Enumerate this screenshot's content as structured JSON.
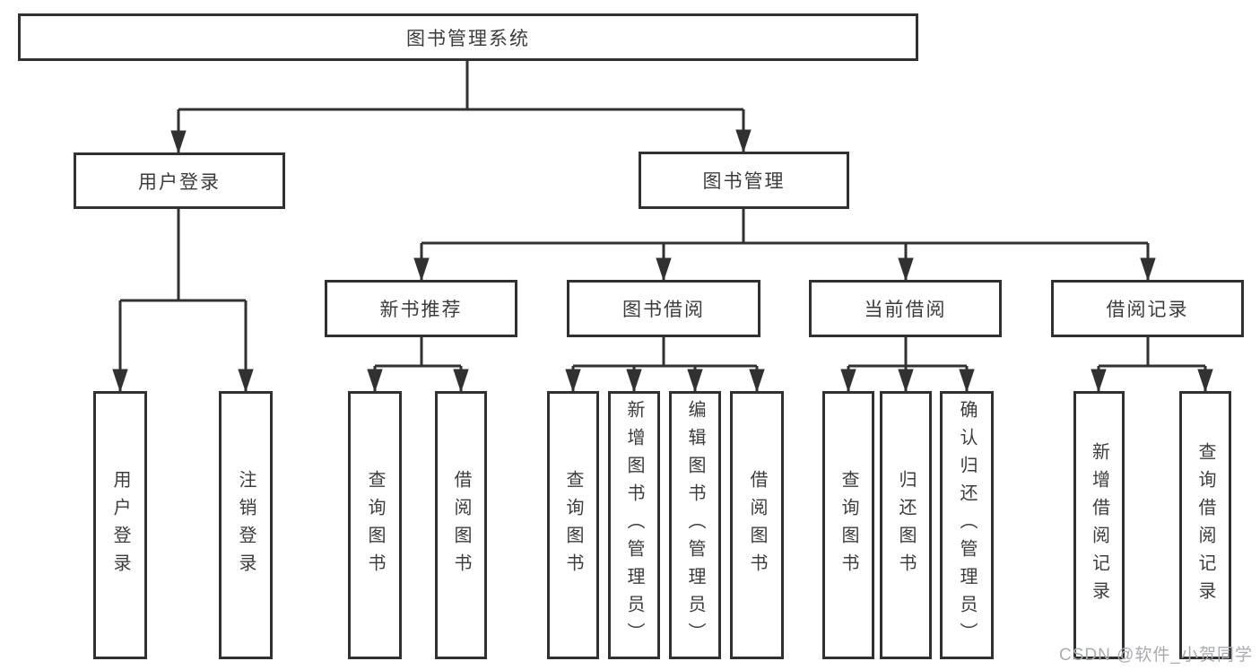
{
  "tree": {
    "label": "图书管理系统",
    "children": [
      {
        "label": "用户登录",
        "children": [
          {
            "label": "用户登录"
          },
          {
            "label": "注销登录"
          }
        ]
      },
      {
        "label": "图书管理",
        "children": [
          {
            "label": "新书推荐",
            "children": [
              {
                "label": "查询图书"
              },
              {
                "label": "借阅图书"
              }
            ]
          },
          {
            "label": "图书借阅",
            "children": [
              {
                "label": "查询图书"
              },
              {
                "label": "新增图书（管理员）"
              },
              {
                "label": "编辑图书（管理员）"
              },
              {
                "label": "借阅图书"
              }
            ]
          },
          {
            "label": "当前借阅",
            "children": [
              {
                "label": "查询图书"
              },
              {
                "label": "归还图书"
              },
              {
                "label": "确认归还（管理员）"
              }
            ]
          },
          {
            "label": "借阅记录",
            "children": [
              {
                "label": "新增借阅记录"
              },
              {
                "label": "查询借阅记录"
              }
            ]
          }
        ]
      }
    ]
  },
  "watermark": "CSDN @软件_小贺同学",
  "colors": {
    "line": "#313131",
    "text": "#3c3c3c",
    "watermark": "#a8abaf",
    "background": "#ffffff"
  }
}
